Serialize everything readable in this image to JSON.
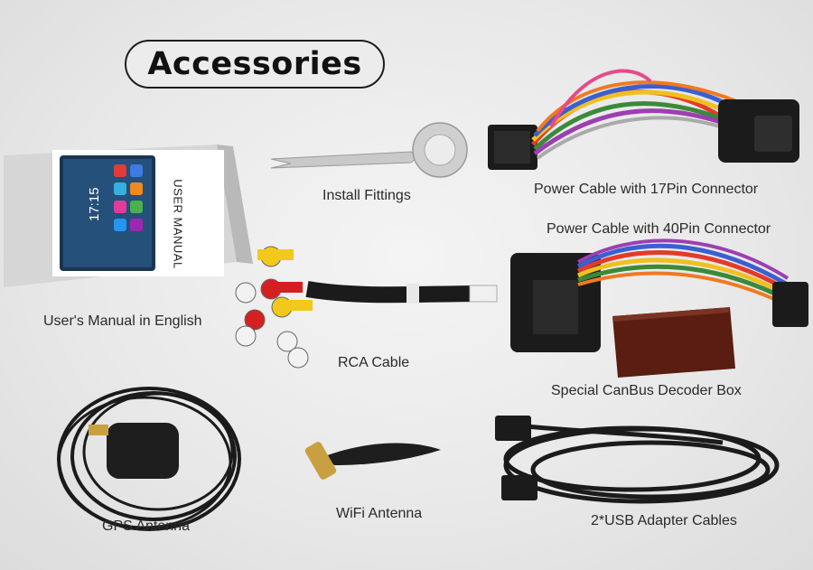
{
  "title": "Accessories",
  "manual_cover_text": "USER MANUAL",
  "manual_screen_time": "17:15",
  "labels": {
    "install_fittings": "Install Fittings",
    "power_17pin": "Power Cable with 17Pin Connector",
    "power_40pin": "Power Cable with 40Pin Connector",
    "users_manual": "User's Manual in English",
    "rca_cable": "RCA Cable",
    "canbus_box": "Special CanBus Decoder Box",
    "gps_antenna": "GPS Antenna",
    "wifi_antenna": "WiFi Antenna",
    "usb_cables": "2*USB Adapter Cables"
  },
  "colors": {
    "background": "#e9e9e9",
    "title_border": "#1e1e1e",
    "connector": "#1b1b1b",
    "rca_yellow": "#f2c81a",
    "rca_red": "#d42020",
    "rca_white": "#f2f2f2",
    "decoder_box": "#5a1d12"
  }
}
